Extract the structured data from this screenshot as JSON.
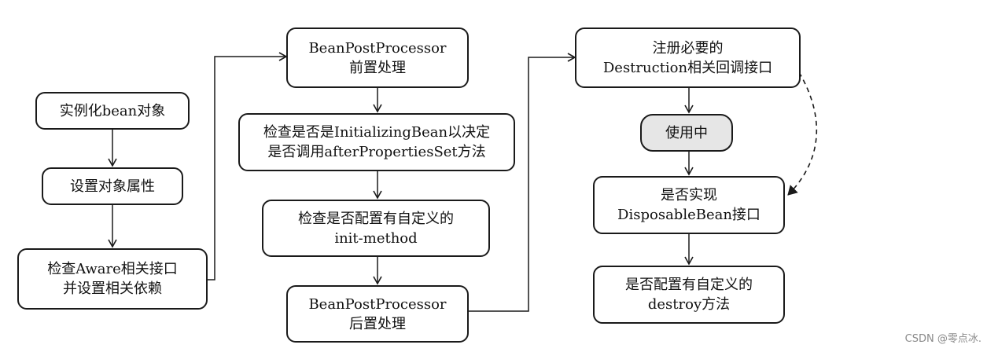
{
  "nodes": {
    "instantiate": {
      "lines": [
        "实例化bean对象"
      ]
    },
    "set_props": {
      "lines": [
        "设置对象属性"
      ]
    },
    "aware": {
      "lines": [
        "检查Aware相关接口",
        "并设置相关依赖"
      ]
    },
    "bpp_before": {
      "lines": [
        "BeanPostProcessor",
        "前置处理"
      ]
    },
    "initializing": {
      "lines": [
        "检查是否是InitializingBean以决定",
        "是否调用afterPropertiesSet方法"
      ]
    },
    "init_method": {
      "lines": [
        "检查是否配置有自定义的",
        "init-method"
      ]
    },
    "bpp_after": {
      "lines": [
        "BeanPostProcessor",
        "后置处理"
      ]
    },
    "register_destruction": {
      "lines": [
        "注册必要的",
        "Destruction相关回调接口"
      ]
    },
    "in_use": {
      "lines": [
        "使用中"
      ]
    },
    "disposable": {
      "lines": [
        "是否实现",
        "DisposableBean接口"
      ]
    },
    "destroy_method": {
      "lines": [
        "是否配置有自定义的",
        "destroy方法"
      ]
    }
  },
  "watermark": "CSDN @零点冰."
}
